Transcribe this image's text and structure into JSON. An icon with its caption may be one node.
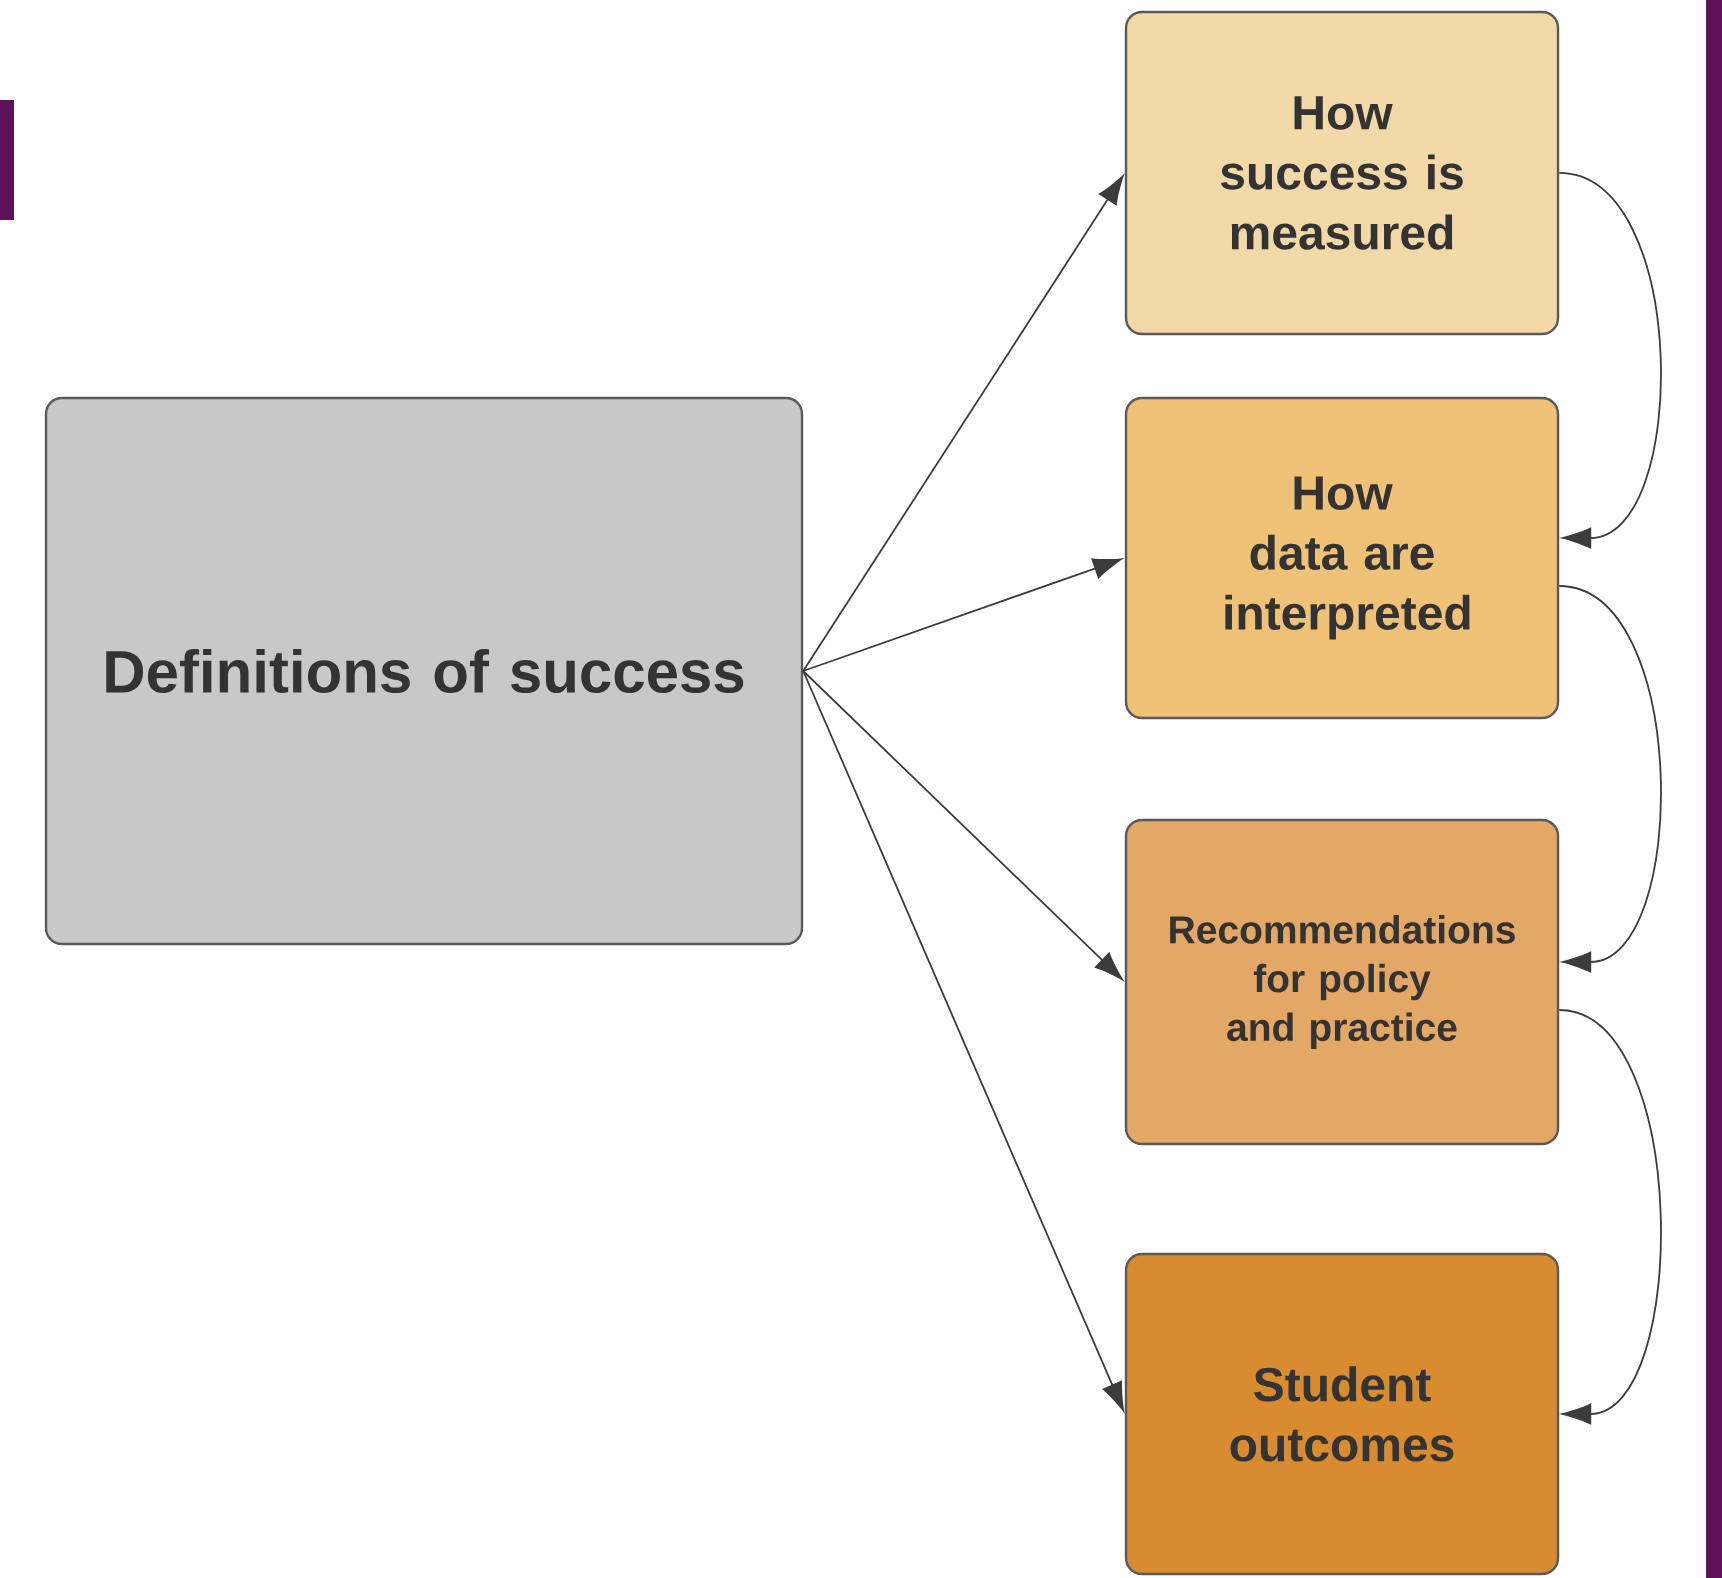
{
  "diagram": {
    "nodes": [
      {
        "text": [
          "Definitions of success"
        ]
      },
      {
        "text": [
          "How success is measured"
        ]
      },
      {
        "text": [
          "How data are interpreted"
        ]
      },
      {
        "text": [
          "Recommendations for policy and practice"
        ]
      },
      {
        "text": [
          "Student outcomes"
        ]
      }
    ],
    "edges": [
      {
        "from": 0,
        "to": 1,
        "arrow": "to"
      },
      {
        "from": 0,
        "to": 2,
        "arrow": "to"
      },
      {
        "from": 0,
        "to": 3,
        "arrow": "to"
      },
      {
        "from": 0,
        "to": 4,
        "arrow": "to"
      },
      {
        "from": 1,
        "to": 2,
        "arrow": "to"
      },
      {
        "from": 2,
        "to": 3,
        "arrow": "to"
      },
      {
        "from": 3,
        "to": 4,
        "arrow": "to"
      }
    ]
  }
}
